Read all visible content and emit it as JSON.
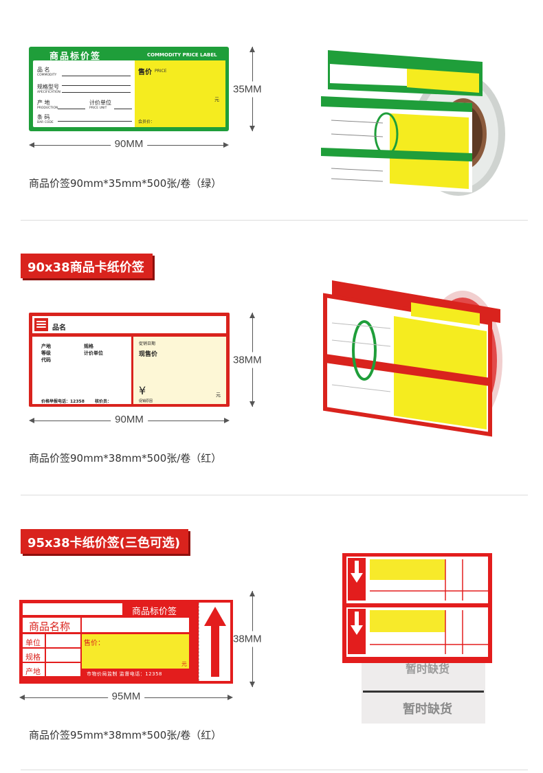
{
  "sections": [
    {
      "caption": "商品价签90mm*35mm*500张/卷（绿）",
      "width_label": "90MM",
      "height_label": "35MM",
      "label": {
        "header_cn": "商品标价签",
        "header_en": "COMMODITY PRICE LABEL",
        "rows": [
          {
            "cn": "品    名",
            "en": "COMMODITY"
          },
          {
            "cn": "规格型号",
            "en": "APECIFICATION"
          },
          {
            "cn": "产    地",
            "en": "PRODUCTION"
          },
          {
            "cn": "条    码",
            "en": "BAR CODE"
          }
        ],
        "unit_cn": "计价单位",
        "unit_en": "PRICE UNIT",
        "price_cn": "售价",
        "price_en": "PRICE",
        "yuan": "元",
        "checker": "会员价："
      },
      "colors": {
        "frame": "#1f9e3a",
        "price_box": "#f5ec1f"
      }
    },
    {
      "title": "90x38商品卡纸价签",
      "caption": "商品价签90mm*38mm*500张/卷（红）",
      "width_label": "90MM",
      "height_label": "38MM",
      "label": {
        "name": "品名",
        "origin": "产地",
        "grade": "等级",
        "code": "代码",
        "spec": "规格",
        "unit": "计价单位",
        "promo_date": "促销日期",
        "price": "现售价",
        "yen": "¥",
        "yuan": "元",
        "hotline": "价格举报电话：12358",
        "checker": "核价员：",
        "promo_reason": "促销原因"
      },
      "colors": {
        "frame": "#d9231d",
        "price_box": "#fdf7d6"
      }
    },
    {
      "title": "95x38卡纸价签(三色可选)",
      "caption": "商品价签95mm*38mm*500张/卷（红）",
      "width_label": "95MM",
      "height_label": "38MM",
      "label": {
        "header": "商品标价签",
        "name": "商品名称",
        "unit": "单位",
        "spec": "规格",
        "origin": "产地",
        "price": "售价：",
        "yuan": "元",
        "footer": "市物价局监制  监督电话：12358"
      },
      "colors": {
        "frame": "#e31d1d",
        "price_box": "#f7ea2a"
      }
    }
  ],
  "photo3_text": "暂时缺货"
}
